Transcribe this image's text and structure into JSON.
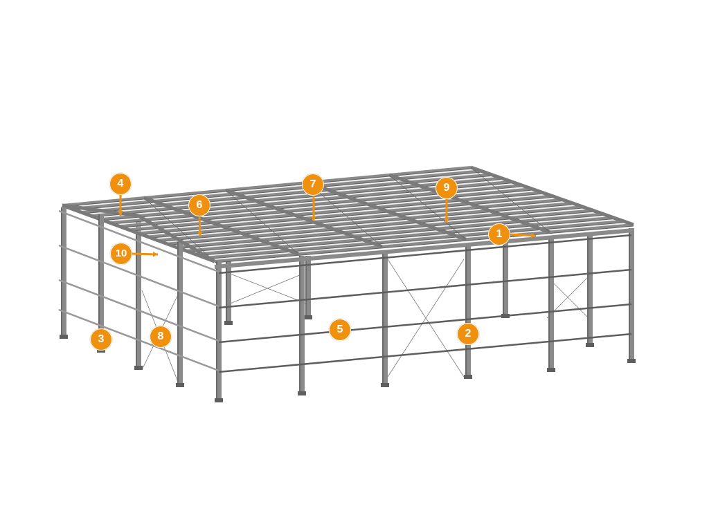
{
  "title": "Steel frame building structure components",
  "callouts": [
    {
      "label": "1"
    },
    {
      "label": "2"
    },
    {
      "label": "3"
    },
    {
      "label": "4"
    },
    {
      "label": "5"
    },
    {
      "label": "6"
    },
    {
      "label": "7"
    },
    {
      "label": "8"
    },
    {
      "label": "9"
    },
    {
      "label": "10"
    }
  ],
  "colors": {
    "accent": "#F0900F",
    "steel": "#8a8a8a",
    "steel_dark": "#5e5e5e"
  }
}
